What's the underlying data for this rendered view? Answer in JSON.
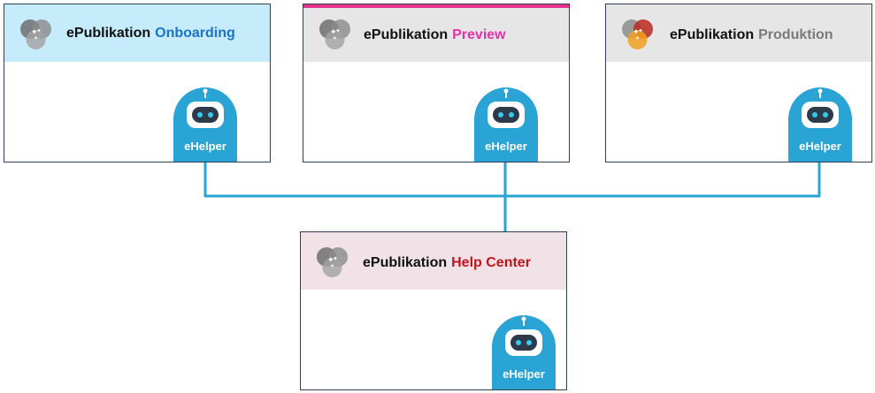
{
  "colors": {
    "onboarding_header": "#c6ebfb",
    "onboarding_accent": "#1a74c4",
    "preview_header": "#e6e6e6",
    "preview_accent": "#e633a8",
    "preview_topbar": "#e8308f",
    "produktion_header": "#e6e6e6",
    "produktion_accent": "#7a7a7a",
    "helpcenter_header": "#f0e2e7",
    "helpcenter_accent": "#c0151b",
    "connector": "#2aa4d4",
    "bot": "#2aa4d4"
  },
  "icons": {
    "logo": "venn-circles-sparkle-icon",
    "bot": "robot-head-icon"
  },
  "cards": {
    "onboarding": {
      "brand": "ePublikation",
      "accent": "Onboarding",
      "bot_label": "eHelper"
    },
    "preview": {
      "brand": "ePublikation",
      "accent": "Preview",
      "bot_label": "eHelper"
    },
    "produktion": {
      "brand": "ePublikation",
      "accent": "Produktion",
      "bot_label": "eHelper"
    },
    "helpcenter": {
      "brand": "ePublikation",
      "accent": "Help Center",
      "bot_label": "eHelper"
    }
  }
}
